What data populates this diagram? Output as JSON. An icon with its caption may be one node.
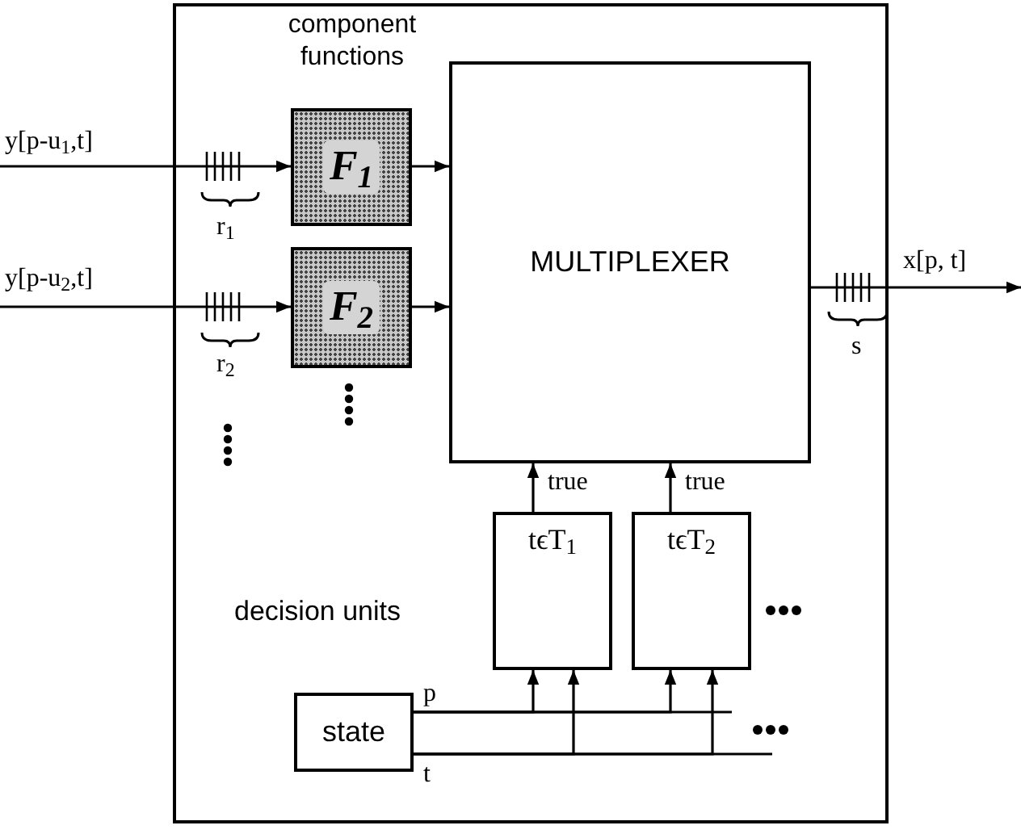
{
  "diagram": {
    "nodes": [
      {
        "text": [],
        "shape": "box"
      },
      {
        "text": [
          "F$_{1}$"
        ],
        "in": 0
      },
      {
        "text": [
          "F$_{2}$"
        ],
        "in": 0
      },
      {
        "text": [
          "MULTIPLEXER"
        ],
        "in": 0
      },
      {
        "text": [
          "tϵT$_{1}$"
        ],
        "in": 0
      },
      {
        "text": [
          "tϵT$_{2}$"
        ],
        "in": 0
      },
      {
        "text": [
          "state"
        ],
        "in": 0
      }
    ],
    "edges": [
      {
        "from": null,
        "to": 1,
        "arrow": "to",
        "label": "y[p-u$_{1}$,t]"
      },
      {
        "from": null,
        "to": 2,
        "arrow": "to",
        "label": "y[p-u$_{2}$,t]"
      },
      {
        "from": 1,
        "to": 3,
        "arrow": "to"
      },
      {
        "from": 2,
        "to": 3,
        "arrow": "to"
      },
      {
        "from": 3,
        "to": null,
        "arrow": "to",
        "label": "x[p, t]"
      },
      {
        "from": 4,
        "to": 3,
        "arrow": "to",
        "label": "true"
      },
      {
        "from": 5,
        "to": 3,
        "arrow": "to",
        "label": "true"
      },
      {
        "from": 6,
        "to": 4,
        "arrow": "to"
      },
      {
        "from": 6,
        "to": 4,
        "arrow": "to"
      },
      {
        "from": 6,
        "to": 5,
        "arrow": "to"
      },
      {
        "from": 6,
        "to": 5,
        "arrow": "to"
      }
    ],
    "labels": [
      "component functions",
      "r$_{1}$",
      "r$_{2}$",
      "s",
      "decision units",
      "p",
      "t"
    ]
  }
}
